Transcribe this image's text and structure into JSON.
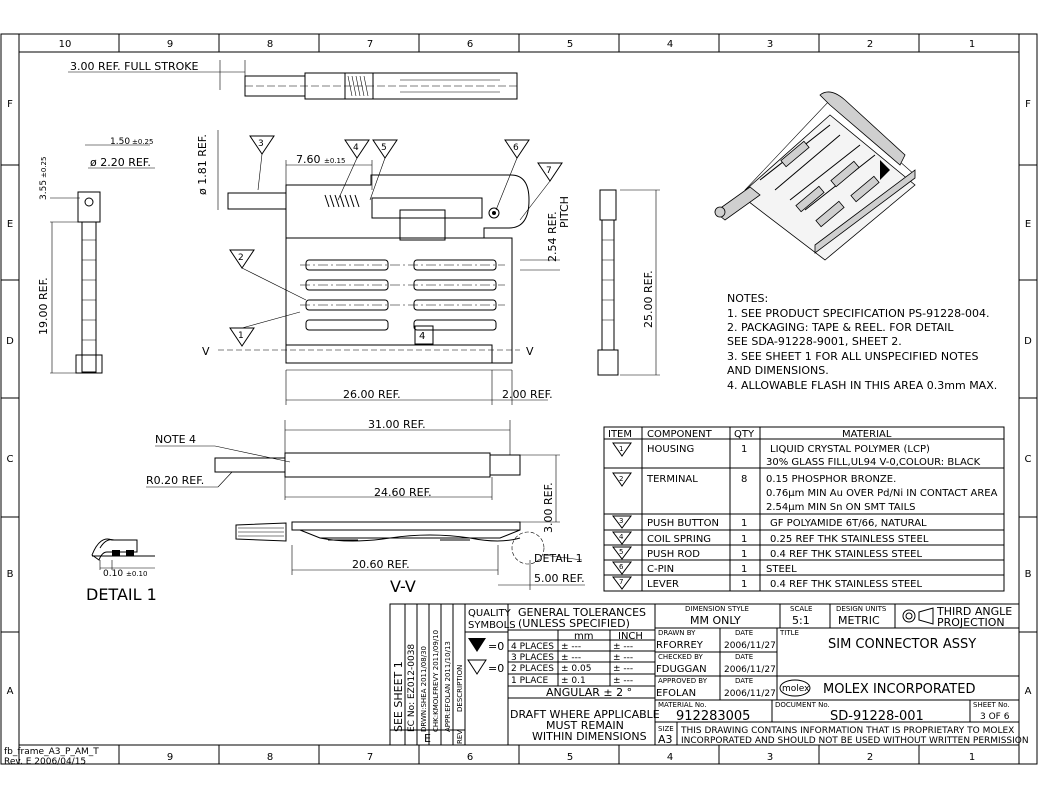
{
  "frame": {
    "col_labels": [
      "10",
      "9",
      "8",
      "7",
      "6",
      "5",
      "4",
      "3",
      "2",
      "1"
    ],
    "row_labels": [
      "F",
      "E",
      "D",
      "C",
      "B",
      "A"
    ],
    "footer_left_1": "fb_frame_A3_P_AM_T",
    "footer_left_2": "Rev. E  2006/04/15"
  },
  "dims": {
    "full_stroke": "3.00 REF. FULL STROKE",
    "d_150": "1.50",
    "d_150_tol": "±0.25",
    "d_220": "ø 2.20 REF.",
    "d_355": "3.55",
    "d_355_tol": "±0.25",
    "d_181": "ø 1.81 REF.",
    "d_760": "7.60",
    "d_760_tol": "±0.15",
    "d_1900": "19.00 REF.",
    "d_254": "2.54 REF.",
    "pitch": "PITCH",
    "d_2500": "25.00 REF.",
    "d_2600": "26.00 REF.",
    "d_200": "2.00 REF.",
    "d_3100": "31.00 REF.",
    "note4": "NOTE 4",
    "r020": "R0.20 REF.",
    "d_2460": "24.60 REF.",
    "d_300": "3.00 REF.",
    "d_2060": "20.60 REF.",
    "d_500": "5.00 REF.",
    "detail1_callout": "DETAIL 1",
    "d_010": "0.10",
    "d_010_tol": "±0.10",
    "detail1_title": "DETAIL 1",
    "vv_title": "V-V",
    "v_left": "V",
    "v_right": "V",
    "balloons": [
      "1",
      "2",
      "3",
      "4",
      "5",
      "6",
      "7"
    ],
    "logo_mark": "4"
  },
  "notes": {
    "title": "NOTES:",
    "lines": [
      "1. SEE PRODUCT SPECIFICATION PS-91228-004.",
      "2. PACKAGING: TAPE & REEL. FOR DETAIL",
      "    SEE SDA-91228-9001, SHEET 2.",
      "3. SEE SHEET 1 FOR ALL UNSPECIFIED NOTES",
      "    AND DIMENSIONS.",
      "4. ALLOWABLE FLASH IN THIS AREA 0.3mm MAX."
    ]
  },
  "bom": {
    "headers": [
      "ITEM",
      "COMPONENT",
      "QTY",
      "MATERIAL"
    ],
    "rows": [
      {
        "item": "1",
        "component": "HOUSING",
        "qty": "1",
        "material": [
          "LIQUID CRYSTAL POLYMER (LCP)",
          "30% GLASS FILL,UL94 V-0,COLOUR: BLACK"
        ]
      },
      {
        "item": "2",
        "component": "TERMINAL",
        "qty": "8",
        "material": [
          "0.15 PHOSPHOR BRONZE.",
          "0.76μm MIN Au OVER Pd/Ni IN CONTACT AREA",
          "2.54μm MIN Sn ON SMT TAILS"
        ]
      },
      {
        "item": "3",
        "component": "PUSH BUTTON",
        "qty": "1",
        "material": [
          "GF POLYAMIDE 6T/66, NATURAL"
        ]
      },
      {
        "item": "4",
        "component": "COIL SPRING",
        "qty": "1",
        "material": [
          "0.25 REF THK STAINLESS STEEL"
        ]
      },
      {
        "item": "5",
        "component": "PUSH ROD",
        "qty": "1",
        "material": [
          "0.4 REF THK STAINLESS STEEL"
        ]
      },
      {
        "item": "6",
        "component": "C-PIN",
        "qty": "1",
        "material": [
          "STEEL"
        ]
      },
      {
        "item": "7",
        "component": "LEVER",
        "qty": "1",
        "material": [
          "0.4 REF THK STAINLESS STEEL"
        ]
      }
    ]
  },
  "title_block": {
    "rev_vertical_1": "SEE SHEET 1",
    "rev_vertical_2": "EC No: EZ012-0038",
    "rev_vertical_3": "DRWN:SHEA  2011/08/30",
    "rev_vertical_4": "CHK:KMOLFREVY  2011/09/10",
    "rev_vertical_5": "APPR:EFOLAN  2011/10/13",
    "rev_letter": "E",
    "desc_label": "DESCRIPTION",
    "rev_label": "REV",
    "quality": "QUALITY",
    "symbols": "SYMBOLS",
    "q_eq1": "=0",
    "q_eq2": "=0",
    "gen_tol_1": "GENERAL TOLERANCES",
    "gen_tol_2": "(UNLESS SPECIFIED)",
    "mm": "mm",
    "inch": "INCH",
    "tol_rows": [
      {
        "label": "4 PLACES",
        "mm": "± ---",
        "inch": "± ---"
      },
      {
        "label": "3 PLACES",
        "mm": "± ---",
        "inch": "± ---"
      },
      {
        "label": "2 PLACES",
        "mm": "± 0.05",
        "inch": "± ---"
      },
      {
        "label": "1 PLACE",
        "mm": "± 0.1",
        "inch": "± ---"
      }
    ],
    "angular": "ANGULAR ± 2 °",
    "draft_1": "DRAFT WHERE APPLICABLE",
    "draft_2": "MUST REMAIN",
    "draft_3": "WITHIN DIMENSIONS",
    "dim_style_label": "DIMENSION STYLE",
    "dim_style": "MM ONLY",
    "scale_label": "SCALE",
    "scale": "5:1",
    "units_label": "DESIGN UNITS",
    "units": "METRIC",
    "projection_1": "THIRD ANGLE",
    "projection_2": "PROJECTION",
    "drawn_by_label": "DRAWN BY",
    "drawn_by": "RFORREY",
    "date_label": "DATE",
    "drawn_date": "2006/11/27",
    "checked_by_label": "CHECKED BY",
    "checked_by": "FDUGGAN",
    "checked_date": "2006/11/27",
    "approved_by_label": "APPROVED BY",
    "approved_by": "EFOLAN",
    "approved_date": "2006/11/27",
    "title_label": "TITLE",
    "title": "SIM CONNECTOR ASSY",
    "molex_logo": "molex",
    "company": "MOLEX INCORPORATED",
    "material_no_label": "MATERIAL No.",
    "material_no": "912283005",
    "document_no_label": "DOCUMENT No.",
    "document_no": "SD-91228-001",
    "sheet_no_label": "SHEET No.",
    "sheet_no": "3 OF 6",
    "size_label": "SIZE",
    "size": "A3",
    "proprietary_1": "THIS DRAWING CONTAINS INFORMATION THAT IS PROPRIETARY TO MOLEX",
    "proprietary_2": "INCORPORATED AND SHOULD NOT BE USED WITHOUT WRITTEN PERMISSION"
  }
}
